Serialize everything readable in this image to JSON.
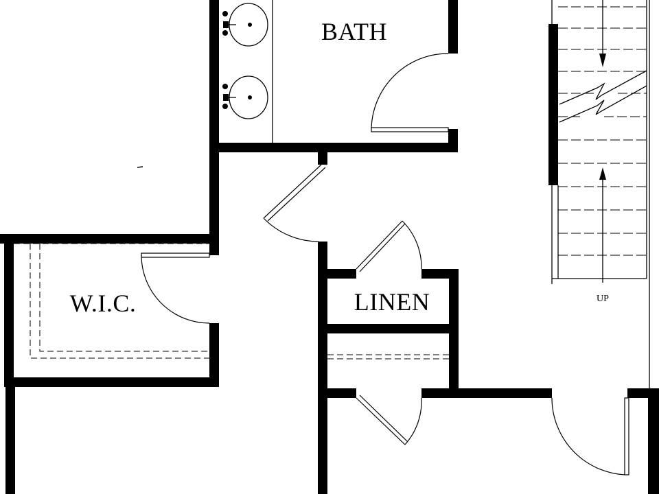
{
  "plan": {
    "rooms": [
      {
        "id": "bath",
        "label": "BATH"
      },
      {
        "id": "wic",
        "label": "W.I.C."
      },
      {
        "id": "linen",
        "label": "LINEN"
      }
    ],
    "stair": {
      "label": "UP"
    },
    "fixtures": [
      "sink",
      "sink"
    ],
    "colors": {
      "wall": "#000000",
      "background": "#ffffff"
    }
  }
}
